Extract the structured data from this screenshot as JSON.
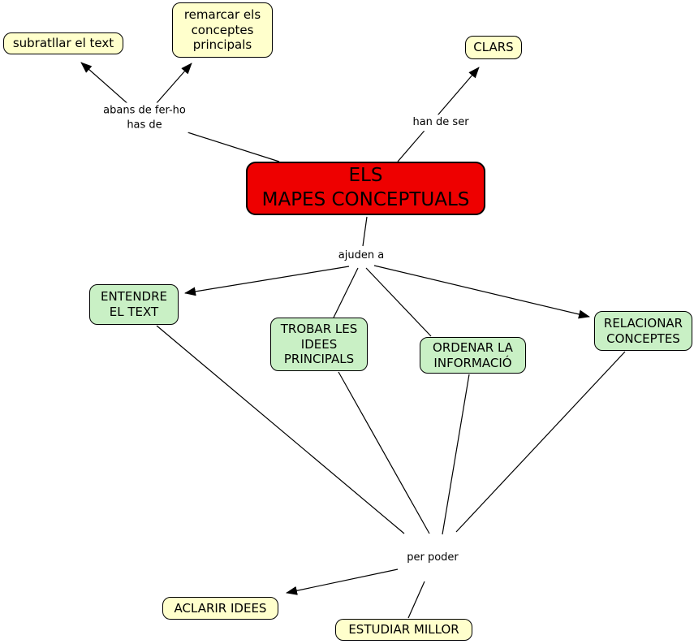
{
  "title": "ELS MAPES CONCEPTUALS",
  "colors": {
    "background": "#FFFFFF",
    "yellow_node": "#FFFFCC",
    "green_node": "#C9F0C5",
    "red_node": "#EE0000",
    "node_border": "#000000",
    "line": "#000000",
    "text": "#000000"
  },
  "nodes": [
    {
      "id": "subratllar-el-text",
      "label": "subratllar el text",
      "style": "yellow"
    },
    {
      "id": "remarcar-conceptes",
      "label": "remarcar els\nconceptes\nprincipals",
      "style": "yellow"
    },
    {
      "id": "clars",
      "label": "CLARS",
      "style": "yellow"
    },
    {
      "id": "mapes-conceptuals",
      "label": "ELS\nMAPES CONCEPTUALS",
      "style": "red"
    },
    {
      "id": "entendre-el-text",
      "label": "ENTENDRE\nEL TEXT",
      "style": "green"
    },
    {
      "id": "trobar-idees",
      "label": "TROBAR LES\nIDEES\nPRINCIPALS",
      "style": "green"
    },
    {
      "id": "ordenar-informacio",
      "label": "ORDENAR LA\nINFORMACIÓ",
      "style": "green"
    },
    {
      "id": "relacionar-conceptes",
      "label": "RELACIONAR\nCONCEPTES",
      "style": "green"
    },
    {
      "id": "aclarir-idees",
      "label": "ACLARIR IDEES",
      "style": "yellow"
    },
    {
      "id": "estudiar-millor",
      "label": "ESTUDIAR MILLOR",
      "style": "yellow"
    }
  ],
  "link_labels": [
    {
      "id": "abans-de-fer-ho",
      "text": "abans de fer-ho\nhas de"
    },
    {
      "id": "han-de-ser",
      "text": "han de ser"
    },
    {
      "id": "ajuden-a",
      "text": "ajuden a"
    },
    {
      "id": "per-poder",
      "text": "per poder"
    }
  ],
  "connections": [
    {
      "from": "mapes-conceptuals",
      "label": "abans-de-fer-ho",
      "to": "subratllar-el-text",
      "arrow": true
    },
    {
      "from": "mapes-conceptuals",
      "label": "abans-de-fer-ho",
      "to": "remarcar-conceptes",
      "arrow": true
    },
    {
      "from": "mapes-conceptuals",
      "label": "han-de-ser",
      "to": "clars",
      "arrow": true
    },
    {
      "from": "mapes-conceptuals",
      "label": "ajuden-a",
      "to": "entendre-el-text",
      "arrow": true
    },
    {
      "from": "mapes-conceptuals",
      "label": "ajuden-a",
      "to": "trobar-idees",
      "arrow": false
    },
    {
      "from": "mapes-conceptuals",
      "label": "ajuden-a",
      "to": "ordenar-informacio",
      "arrow": false
    },
    {
      "from": "mapes-conceptuals",
      "label": "ajuden-a",
      "to": "relacionar-conceptes",
      "arrow": true
    },
    {
      "from": "entendre-el-text",
      "label": "per-poder",
      "to": "aclarir-idees",
      "arrow": true
    },
    {
      "from": "trobar-idees",
      "label": "per-poder",
      "to": "aclarir-idees",
      "arrow": true
    },
    {
      "from": "ordenar-informacio",
      "label": "per-poder",
      "to": "estudiar-millor",
      "arrow": false
    },
    {
      "from": "relacionar-conceptes",
      "label": "per-poder",
      "to": "estudiar-millor",
      "arrow": false
    }
  ]
}
